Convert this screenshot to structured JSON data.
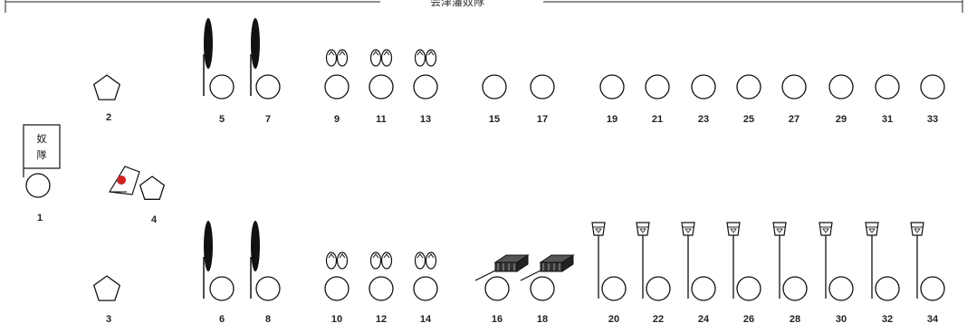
{
  "header": {
    "title": "会津藩奴隊"
  },
  "banner": {
    "chars": [
      "奴",
      "隊"
    ]
  },
  "numbers": [
    "1",
    "2",
    "3",
    "4",
    "5",
    "6",
    "7",
    "8",
    "9",
    "10",
    "11",
    "12",
    "13",
    "14",
    "15",
    "16",
    "17",
    "18",
    "19",
    "20",
    "21",
    "22",
    "23",
    "24",
    "25",
    "26",
    "27",
    "28",
    "29",
    "30",
    "31",
    "32",
    "33",
    "34"
  ],
  "colors": {
    "ink": "#111111",
    "fan_dot": "#d42020"
  },
  "legend_icons": {
    "spear": "tall-spear-icon",
    "sandals": "sandals-icon",
    "fan": "folding-fan-icon",
    "pentagon": "pentagon-marker-icon",
    "box": "carrying-box-icon",
    "lantern": "pole-lantern-icon"
  }
}
